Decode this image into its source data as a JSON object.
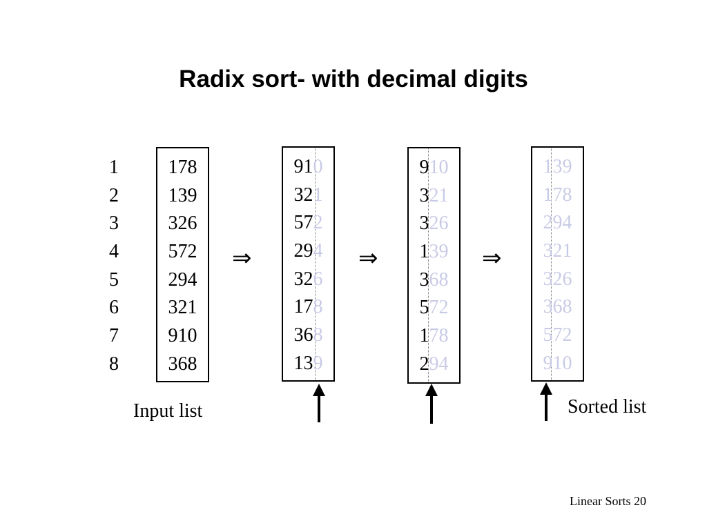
{
  "title": "Radix sort- with decimal digits",
  "indices": [
    "1",
    "2",
    "3",
    "4",
    "5",
    "6",
    "7",
    "8"
  ],
  "input": [
    "178",
    "139",
    "326",
    "572",
    "294",
    "321",
    "910",
    "368"
  ],
  "pass1": [
    "910",
    "321",
    "572",
    "294",
    "326",
    "178",
    "368",
    "139"
  ],
  "pass2": [
    "910",
    "321",
    "326",
    "139",
    "368",
    "572",
    "178",
    "294"
  ],
  "sorted": [
    "139",
    "178",
    "294",
    "321",
    "326",
    "368",
    "572",
    "910"
  ],
  "arrow_glyph": "⇒",
  "input_label": "Input list",
  "sorted_label": "Sorted list",
  "footer": "Linear Sorts 20",
  "colors": {
    "text": "#000000",
    "processed_digit": "#c9cbe6"
  }
}
